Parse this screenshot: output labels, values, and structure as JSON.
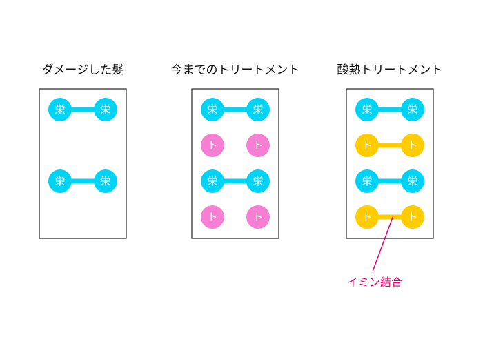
{
  "colors": {
    "eiyo": "#00d4f6",
    "treatment_pink": "#f77fd3",
    "treatment_yellow": "#ffcc00",
    "annotation": "#e6006f",
    "border": "#333333"
  },
  "panels": [
    {
      "title": "ダメージした髪",
      "rows": [
        {
          "type": "eiyo",
          "bonded": true
        },
        {
          "type": "empty"
        },
        {
          "type": "eiyo",
          "bonded": true
        },
        {
          "type": "empty"
        }
      ]
    },
    {
      "title": "今までのトリートメント",
      "rows": [
        {
          "type": "eiyo",
          "bonded": true
        },
        {
          "type": "pink",
          "bonded": false
        },
        {
          "type": "eiyo",
          "bonded": true
        },
        {
          "type": "pink",
          "bonded": false
        }
      ]
    },
    {
      "title": "酸熱トリートメント",
      "rows": [
        {
          "type": "eiyo",
          "bonded": true
        },
        {
          "type": "yellow",
          "bonded": true
        },
        {
          "type": "eiyo",
          "bonded": true
        },
        {
          "type": "yellow",
          "bonded": true
        }
      ]
    }
  ],
  "glyphs": {
    "eiyo": "栄",
    "treatment": "ト"
  },
  "annotation": {
    "label": "イミン結合"
  }
}
